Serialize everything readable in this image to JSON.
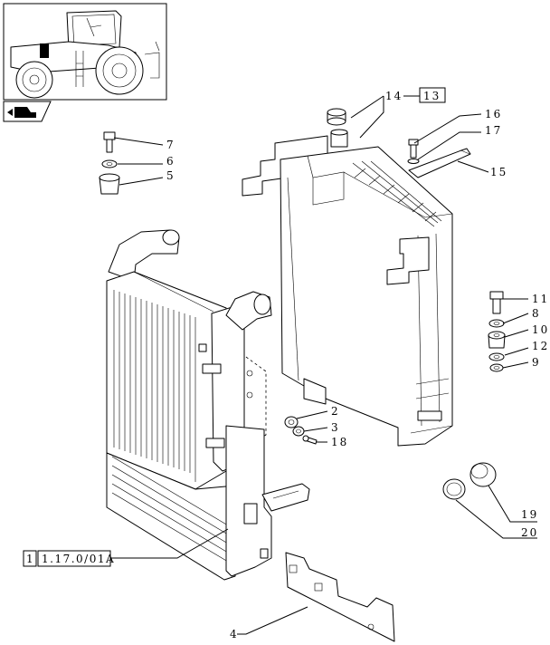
{
  "callouts": [
    {
      "id": "c1",
      "text": "1"
    },
    {
      "id": "c2",
      "text": "2"
    },
    {
      "id": "c3",
      "text": "3"
    },
    {
      "id": "c4",
      "text": "4"
    },
    {
      "id": "c5",
      "text": "5"
    },
    {
      "id": "c6",
      "text": "6"
    },
    {
      "id": "c7",
      "text": "7"
    },
    {
      "id": "c8",
      "text": "8"
    },
    {
      "id": "c9",
      "text": "9"
    },
    {
      "id": "c10",
      "text": "10"
    },
    {
      "id": "c11",
      "text": "11"
    },
    {
      "id": "c12",
      "text": "12"
    },
    {
      "id": "c13",
      "text": "13"
    },
    {
      "id": "c14",
      "text": "14"
    },
    {
      "id": "c15",
      "text": "15"
    },
    {
      "id": "c16",
      "text": "16"
    },
    {
      "id": "c17",
      "text": "17"
    },
    {
      "id": "c18",
      "text": "18"
    },
    {
      "id": "c19",
      "text": "19"
    },
    {
      "id": "c20",
      "text": "20"
    }
  ],
  "reference": {
    "section": "1",
    "code": "1.17.0/01A"
  },
  "icons": {
    "thumbnail": "tractor-icon",
    "nav": "arrow-hand-icon"
  }
}
